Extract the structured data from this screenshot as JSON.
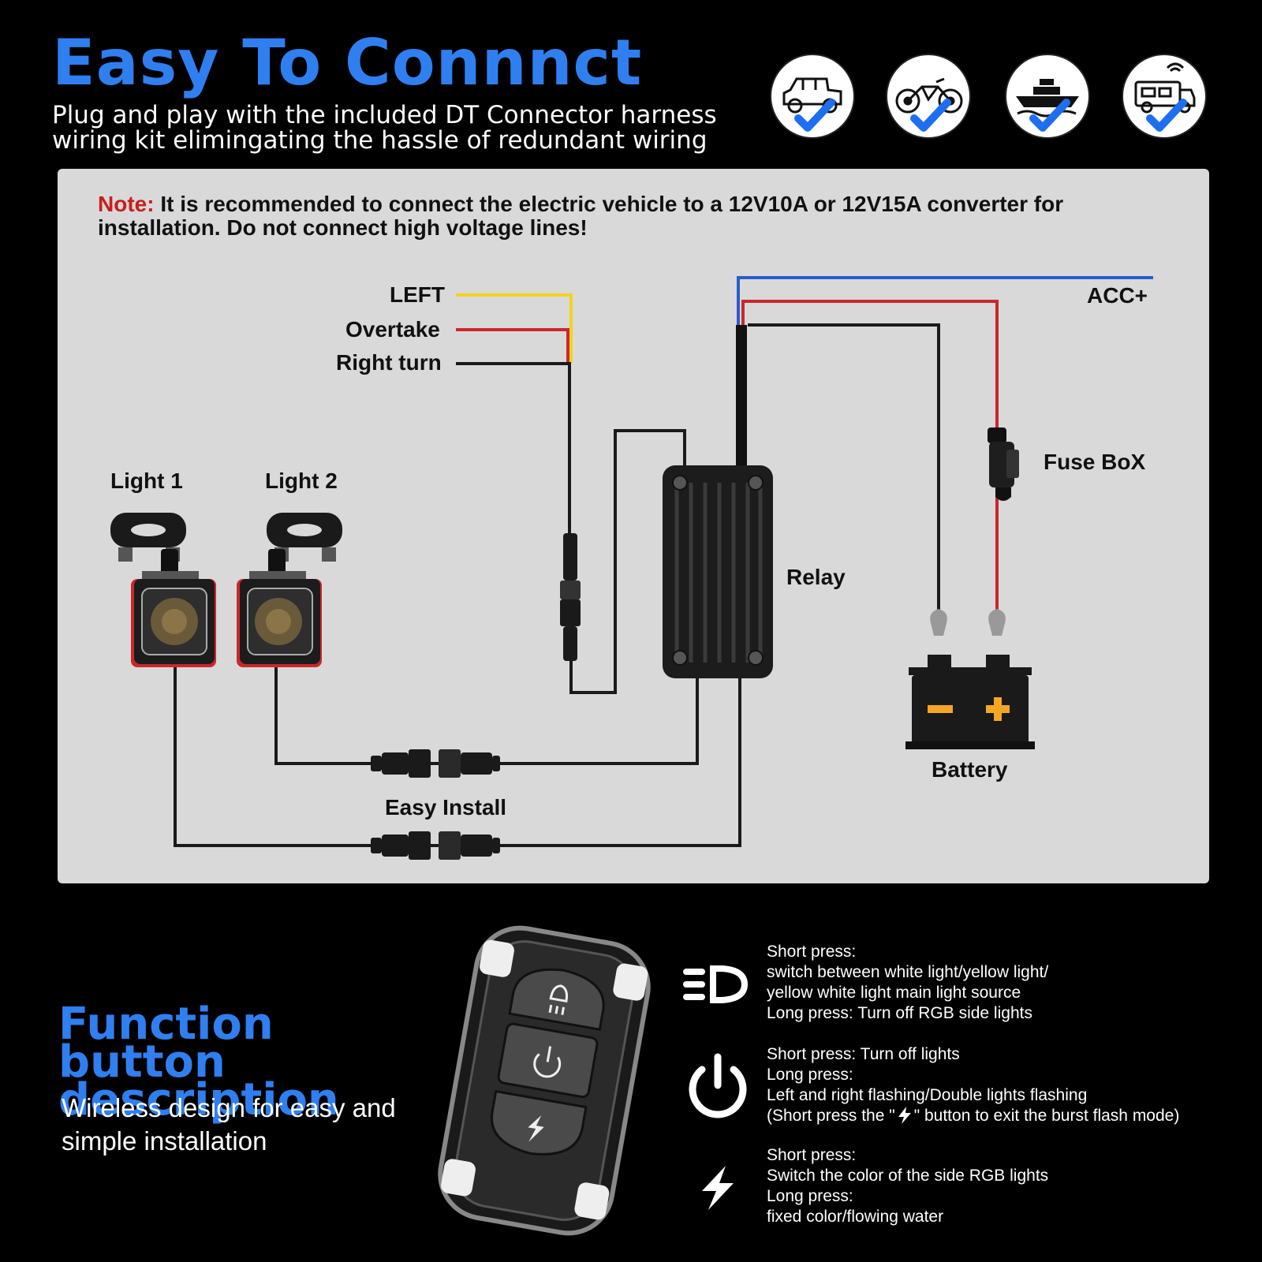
{
  "header": {
    "title": "Easy To Connnct",
    "subtitle_line1": "Plug and play with the included DT Connector harness",
    "subtitle_line2": "wiring kit elimingating the hassle of redundant wiring",
    "use_case_icons": [
      "jeep-icon",
      "dirt-bike-icon",
      "boat-icon",
      "rv-icon"
    ],
    "accent_color": "#2f7ff0"
  },
  "diagram": {
    "note_label": "Note:",
    "note_text": "It is recommended to connect the electric vehicle to a 12V10A or 12V15A converter for installation. Do not connect high voltage lines!",
    "wire_labels": {
      "left": "LEFT",
      "overtake": "Overtake",
      "right_turn": "Right turn",
      "acc": "ACC+"
    },
    "components": {
      "light1": "Light 1",
      "light2": "Light 2",
      "relay": "Relay",
      "fuse_box": "Fuse BoX",
      "battery": "Battery",
      "easy_install": "Easy Install"
    },
    "wire_colors": {
      "yellow": "#f5d21e",
      "red": "#c8282d",
      "black": "#1a1a1a",
      "blue": "#2a5ec8"
    }
  },
  "function_section": {
    "title_line1": "Function button",
    "title_line2": "description",
    "subtitle_line1": "Wireless design for easy and",
    "subtitle_line2": "simple installation",
    "buttons": [
      {
        "icon": "headlight-icon",
        "lines": [
          "Short press:",
          "switch between white light/yellow light/",
          "yellow white light main light source",
          "Long press: Turn off RGB side lights"
        ]
      },
      {
        "icon": "power-icon",
        "lines": [
          "Short press: Turn off lights",
          "Long press:",
          "Left and right flashing/Double lights flashing"
        ],
        "hint_prefix": "(Short press the \"",
        "hint_suffix": "\" button to exit the burst flash mode)"
      },
      {
        "icon": "lightning-icon",
        "lines": [
          "Short press:",
          "Switch the color of the side RGB lights",
          "Long press:",
          "fixed color/flowing water"
        ]
      }
    ]
  }
}
